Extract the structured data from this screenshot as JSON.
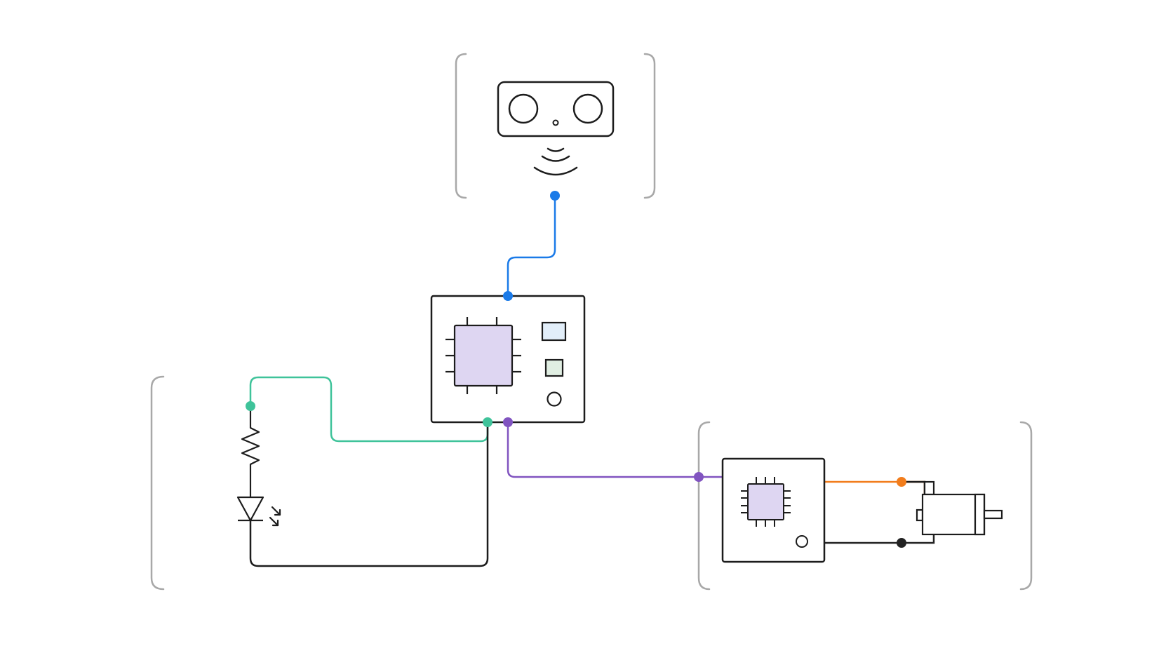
{
  "colors": {
    "background": "#ffffff",
    "bracket": "#a8a8a8",
    "outline": "#1c1c1c",
    "sensor_wire": "#1a7ae8",
    "led_wire": "#3fc39a",
    "driver_wire": "#8154c0",
    "motor_positive": "#f27d1c",
    "motor_negative": "#222222",
    "chip_fill": "#ded6f2",
    "indicator_blue_fill": "#e2eef9",
    "indicator_green_fill": "#e0eee2"
  },
  "groups": [
    {
      "id": "sensor-group",
      "content": "ultrasonic-sensor-icon"
    },
    {
      "id": "led-group",
      "content": [
        "resistor-icon",
        "led-icon"
      ]
    },
    {
      "id": "motor-group",
      "content": [
        "motor-driver-board",
        "dc-motor-icon"
      ]
    }
  ],
  "components": [
    {
      "id": "ultrasonic-sensor",
      "icon": "ultrasonic-sensor-icon"
    },
    {
      "id": "microcontroller-board",
      "icon": "microcontroller-chip-icon",
      "indicators": [
        "blue-status-square",
        "green-status-square",
        "reset-button-circle"
      ]
    },
    {
      "id": "resistor",
      "icon": "resistor-icon"
    },
    {
      "id": "led",
      "icon": "led-diode-icon"
    },
    {
      "id": "motor-driver-board",
      "icon": "driver-chip-icon"
    },
    {
      "id": "dc-motor",
      "icon": "dc-motor-icon"
    }
  ],
  "connections": [
    {
      "from": "ultrasonic-sensor",
      "to": "microcontroller-board",
      "color": "sensor_wire"
    },
    {
      "from": "microcontroller-board",
      "to": "resistor",
      "color": "led_wire"
    },
    {
      "from": "led",
      "to": "microcontroller-board",
      "color": "outline"
    },
    {
      "from": "microcontroller-board",
      "to": "motor-driver-board",
      "color": "driver_wire"
    },
    {
      "from": "motor-driver-board",
      "to": "dc-motor",
      "color": "motor_positive"
    },
    {
      "from": "motor-driver-board",
      "to": "dc-motor",
      "color": "motor_negative"
    }
  ]
}
